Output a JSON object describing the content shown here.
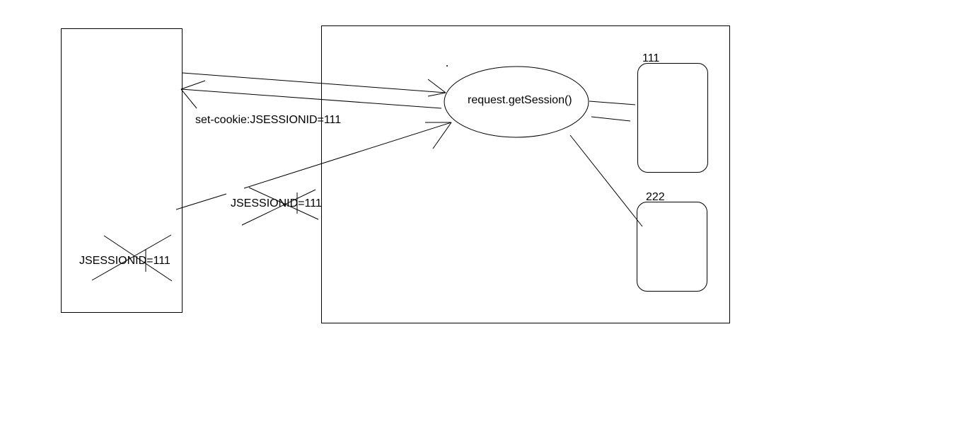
{
  "diagram": {
    "session_call": "request.getSession()",
    "set_cookie": "set-cookie:JSESSIONID=111",
    "cookie_sent": "JSESSIONID=111",
    "browser_cookie": "JSESSIONID=111",
    "session_a_id": "111",
    "session_b_id": "222",
    "crossed_out": [
      "cookie_sent",
      "browser_cookie"
    ]
  },
  "colors": {
    "stroke": "#000000",
    "background": "#ffffff"
  }
}
